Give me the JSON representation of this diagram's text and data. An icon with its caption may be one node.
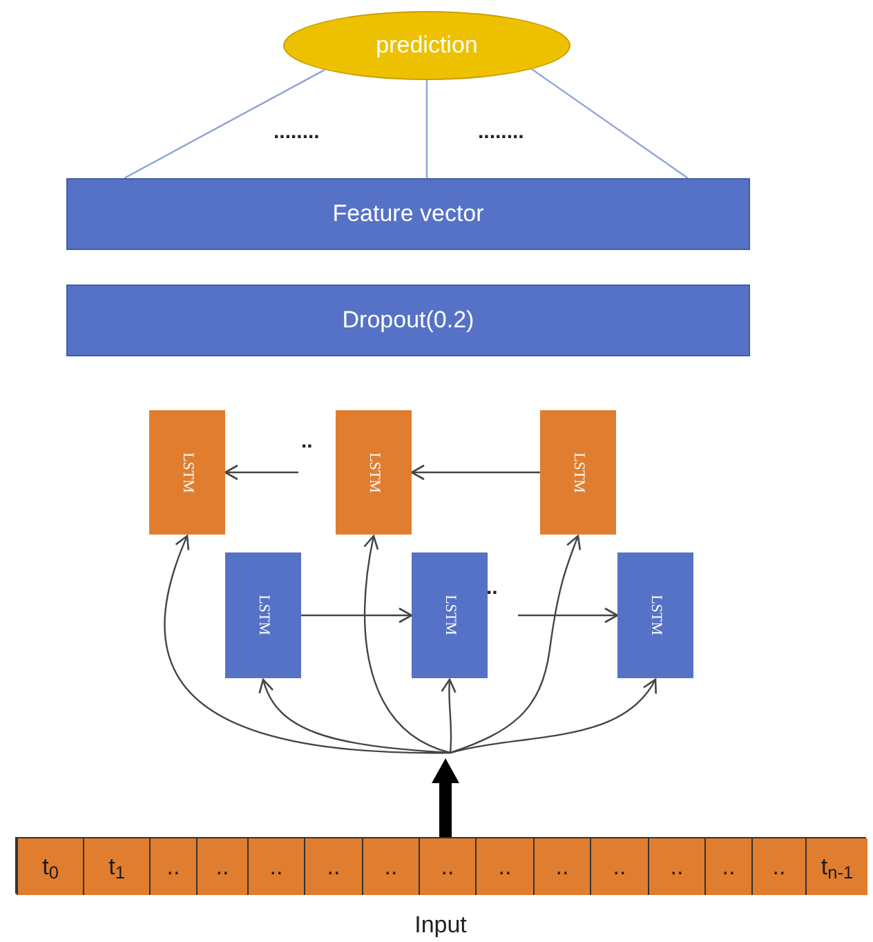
{
  "diagram": {
    "nodes": [
      {
        "text": [
          "prediction"
        ]
      },
      {
        "text": [
          "Feature vector"
        ]
      },
      {
        "text": [
          "Dropout(0.2)"
        ]
      },
      {
        "text": [
          "LSTM"
        ]
      },
      {
        "text": [
          "LSTM"
        ]
      },
      {
        "text": [
          "LSTM"
        ]
      },
      {
        "text": [
          "LSTM"
        ]
      },
      {
        "text": [
          "LSTM"
        ]
      },
      {
        "text": [
          "LSTM"
        ]
      },
      {
        "text": [],
        "shape": "bar",
        "beside": [
          "Input"
        ]
      },
      {
        "text": [
          "t$_{0}$"
        ],
        "in": 9
      },
      {
        "text": [
          "t$_{1}$"
        ],
        "in": 9
      },
      {
        "text": [
          ".."
        ],
        "in": 9
      },
      {
        "text": [
          ".."
        ],
        "in": 9
      },
      {
        "text": [
          ".."
        ],
        "in": 9
      },
      {
        "text": [
          ".."
        ],
        "in": 9
      },
      {
        "text": [
          ".."
        ],
        "in": 9
      },
      {
        "text": [
          ".."
        ],
        "in": 9
      },
      {
        "text": [
          ".."
        ],
        "in": 9
      },
      {
        "text": [
          ".."
        ],
        "in": 9
      },
      {
        "text": [
          ".."
        ],
        "in": 9
      },
      {
        "text": [
          ".."
        ],
        "in": 9
      },
      {
        "text": [
          ".."
        ],
        "in": 9
      },
      {
        "text": [
          ".."
        ],
        "in": 9
      },
      {
        "text": [
          "t$_{n-1}$"
        ],
        "in": 9
      }
    ],
    "edges": [
      {
        "from": 0,
        "to": 1,
        "arrow": "none",
        "color": "#8fa3d6"
      },
      {
        "from": 0,
        "to": 1,
        "arrow": "none",
        "color": "#8fa3d6"
      },
      {
        "from": 0,
        "to": 1,
        "arrow": "none",
        "color": "#8fa3d6"
      },
      {
        "from": 5,
        "to": 4,
        "arrow": "to"
      },
      {
        "from": null,
        "to": 3,
        "arrow": "to"
      },
      {
        "from": 6,
        "to": 7,
        "arrow": "to"
      },
      {
        "from": null,
        "to": 8,
        "arrow": "to"
      },
      {
        "from": 17,
        "to": null,
        "arrow": "to",
        "style": "thick"
      },
      {
        "from": null,
        "to": 3,
        "arrow": "to"
      },
      {
        "from": null,
        "to": 4,
        "arrow": "to"
      },
      {
        "from": null,
        "to": 5,
        "arrow": "to"
      },
      {
        "from": null,
        "to": 6,
        "arrow": "to"
      },
      {
        "from": null,
        "to": 7,
        "arrow": "to"
      },
      {
        "from": null,
        "to": 8,
        "arrow": "to"
      }
    ],
    "labels": [
      "........",
      "........",
      "..",
      ".."
    ]
  }
}
